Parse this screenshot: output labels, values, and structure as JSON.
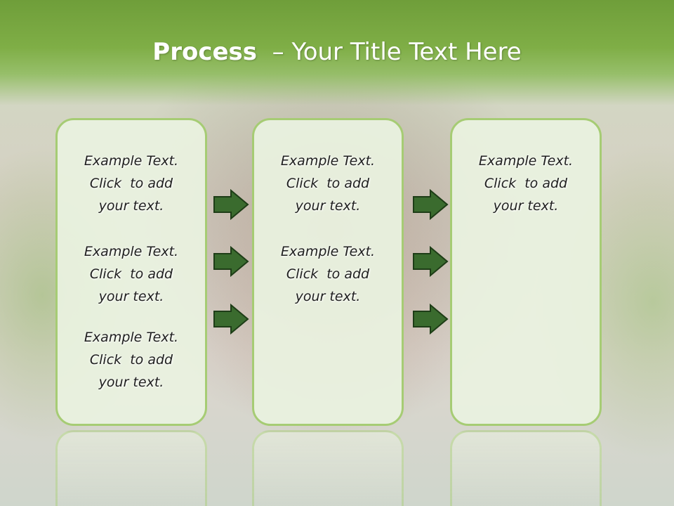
{
  "slide": {
    "title_bold": "Process",
    "title_rest": "– Your Title Text Here"
  },
  "columns": [
    {
      "items": [
        {
          "line1": "Example Text.",
          "line2": "Click  to add",
          "line3": "your text."
        },
        {
          "line1": "Example Text.",
          "line2": "Click  to add",
          "line3": "your text."
        },
        {
          "line1": "Example Text.",
          "line2": "Click  to add",
          "line3": "your text."
        }
      ]
    },
    {
      "items": [
        {
          "line1": "Example Text.",
          "line2": "Click  to add",
          "line3": "your text."
        },
        {
          "line1": "Example Text.",
          "line2": "Click  to add",
          "line3": "your text."
        }
      ]
    },
    {
      "items": [
        {
          "line1": "Example Text.",
          "line2": "Click  to add",
          "line3": "your text."
        }
      ]
    }
  ],
  "colors": {
    "header_green": "#7fae46",
    "box_border": "#a6cc74",
    "arrow_fill": "#3a6b2e",
    "arrow_stroke": "#1e3d17"
  },
  "icons": {
    "arrow": "right-arrow-icon"
  }
}
